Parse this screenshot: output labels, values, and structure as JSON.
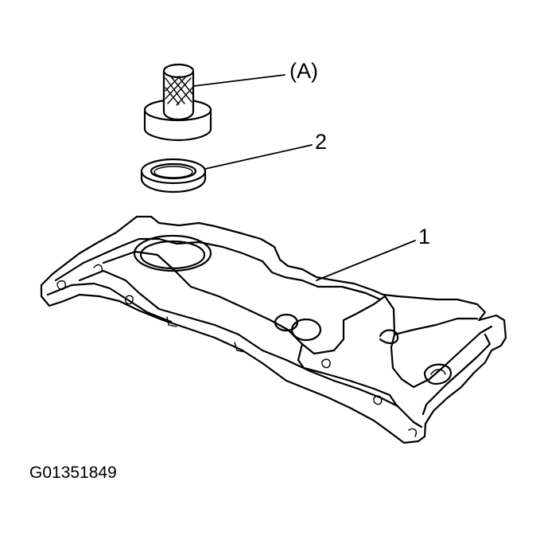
{
  "callouts": {
    "part_a": "(A)",
    "part_2": "2",
    "part_1": "1"
  },
  "figure_id": "G01351849"
}
